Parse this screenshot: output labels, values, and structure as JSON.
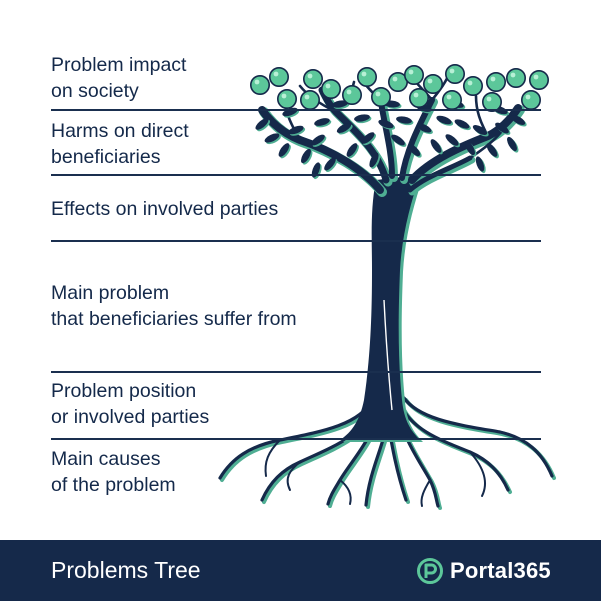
{
  "levels": [
    {
      "bold": "Problem impact",
      "rest": "",
      "line2": "on society"
    },
    {
      "bold": "Harms",
      "rest": " on direct",
      "line2": "beneficiaries"
    },
    {
      "bold": "Effects",
      "rest": " on involved parties",
      "line2": ""
    },
    {
      "bold": "Main problem",
      "rest": "",
      "line2": "that beneficiaries suffer from"
    },
    {
      "bold": "Problem position",
      "rest": "",
      "line2": "or involved parties"
    },
    {
      "bold": "Main causes",
      "rest": "",
      "line2": "of the problem"
    }
  ],
  "footer": {
    "title": "Problems Tree",
    "brand": "Portal365"
  },
  "colors": {
    "navy": "#15294a",
    "leaf_green": "#5cc79a",
    "teal_shadow": "#4fae93",
    "rule": "#1a2f4f"
  },
  "icons": {
    "tree": "tree-illustration",
    "brand": "portal365-logo-icon"
  }
}
